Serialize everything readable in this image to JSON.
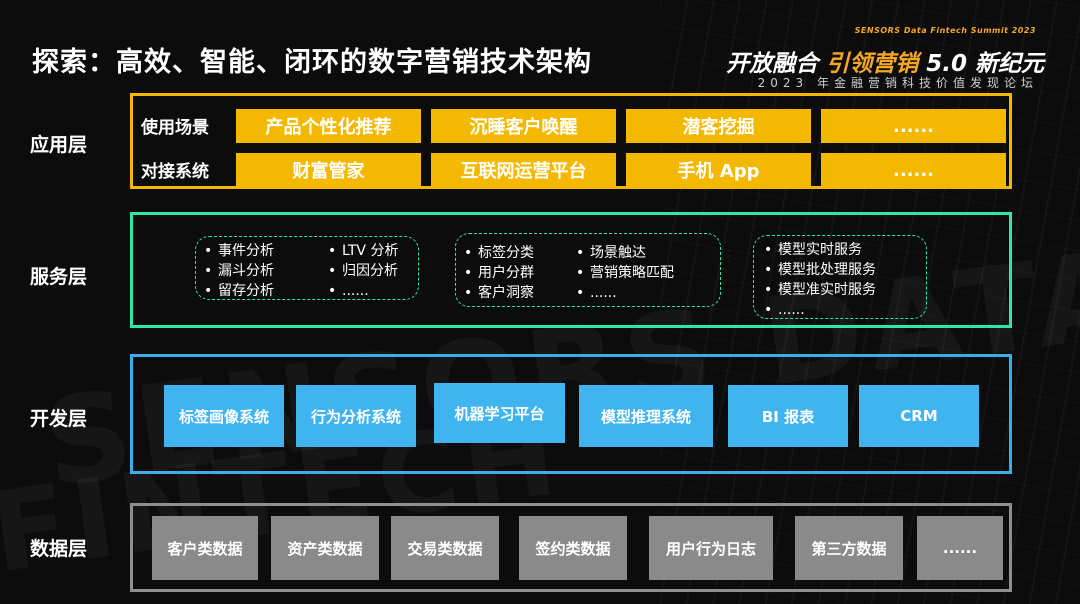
{
  "title": "探索：高效、智能、闭环的数字营销技术架构",
  "logo": {
    "summit": "SENSORS Data Fintech Summit 2023",
    "slogan_a": "开放融合",
    "slogan_b": "引领营销",
    "slogan_c": "5.0 新纪元",
    "subtitle": "2023 年金融营销科技价值发现论坛"
  },
  "background_words": [
    "SENSORS DATA",
    "FINTECH"
  ],
  "layers": {
    "application": {
      "label": "应用层",
      "rows": [
        {
          "label": "使用场景",
          "cells": [
            "产品个性化推荐",
            "沉睡客户唤醒",
            "潜客挖掘",
            "......"
          ]
        },
        {
          "label": "对接系统",
          "cells": [
            "财富管家",
            "互联网运营平台",
            "手机 App",
            "......"
          ]
        }
      ]
    },
    "service": {
      "label": "服务层",
      "groups": [
        {
          "columns": [
            [
              "事件分析",
              "漏斗分析",
              "留存分析"
            ],
            [
              "LTV 分析",
              "归因分析",
              "......"
            ]
          ]
        },
        {
          "columns": [
            [
              "标签分类",
              "用户分群",
              "客户洞察"
            ],
            [
              "场景触达",
              "营销策略匹配",
              "......"
            ]
          ]
        },
        {
          "columns": [
            [
              "模型实时服务",
              "模型批处理服务",
              "模型准实时服务",
              "......"
            ]
          ]
        }
      ]
    },
    "development": {
      "label": "开发层",
      "cells": [
        "标签画像系统",
        "行为分析系统",
        "机器学习平台",
        "模型推理系统",
        "BI 报表",
        "CRM"
      ]
    },
    "data": {
      "label": "数据层",
      "cells": [
        "客户类数据",
        "资产类数据",
        "交易类数据",
        "签约类数据",
        "用户行为日志",
        "第三方数据",
        "......"
      ]
    }
  },
  "colors": {
    "application": "#f5b800",
    "service": "#2ee8a8",
    "development": "#3aaee8",
    "data": "#8f8f8f"
  }
}
